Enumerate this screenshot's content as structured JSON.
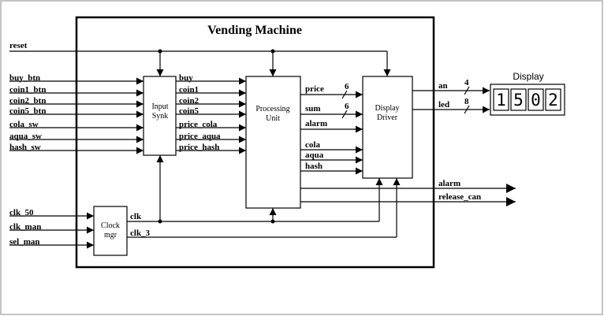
{
  "title": "Vending Machine",
  "blocks": {
    "input_synk": [
      "Input",
      "Synk"
    ],
    "processing_unit": [
      "Processing",
      "Unit"
    ],
    "display_driver": [
      "Display",
      "Driver"
    ],
    "clock_mgr": [
      "Clock",
      "mgr"
    ]
  },
  "inputs": {
    "reset": "reset",
    "buy_btn": "buy_btn",
    "coin1_btn": "coin1_btn",
    "coin2_btn": "coin2_btn",
    "coin5_btn": "coin5_btn",
    "cola_sw": "cola_sw",
    "aqua_sw": "aqua_sw",
    "hash_sw": "hash_sw",
    "clk_50": "clk_50",
    "clk_man": "clk_man",
    "sel_man": "sel_man"
  },
  "synk_outputs": {
    "buy": "buy",
    "coin1": "coin1",
    "coin2": "coin2",
    "coin5": "coin5",
    "price_cola": "price_cola",
    "price_aqua": "price_aqua",
    "price_hash": "price_hash"
  },
  "unit_outputs": {
    "price": "price",
    "sum": "sum",
    "alarm": "alarm",
    "cola": "cola",
    "aqua": "aqua",
    "hash": "hash"
  },
  "bus_widths": {
    "price": "6",
    "sum": "6",
    "an": "4",
    "led": "8"
  },
  "clock_outputs": {
    "clk": "clk",
    "clk_3": "clk_3"
  },
  "outputs": {
    "an": "an",
    "led": "led",
    "alarm": "alarm",
    "release_can": "release_can"
  },
  "display": {
    "title": "Display",
    "digits": [
      "1",
      "5",
      "0",
      "2"
    ]
  }
}
